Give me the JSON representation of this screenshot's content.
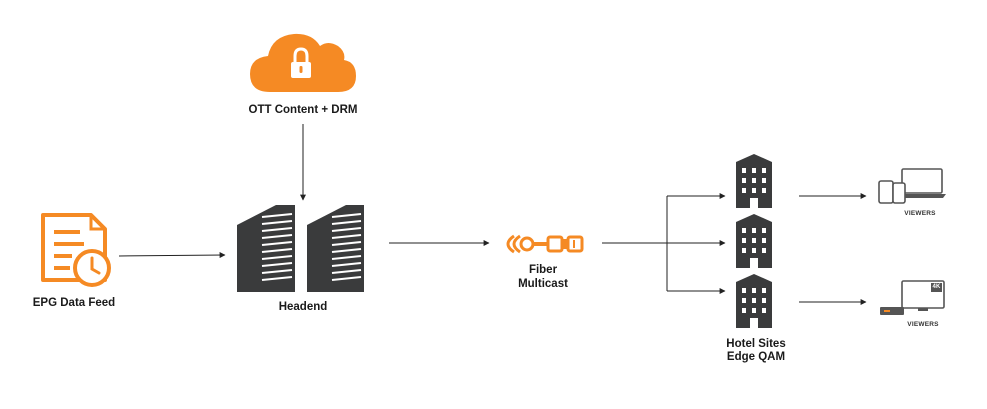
{
  "colors": {
    "accent": "#F58A24",
    "building": "#3A3B3C",
    "device": "#555555",
    "line": "#222222"
  },
  "nodes": {
    "ott": {
      "label": "OTT Content + DRM",
      "icon": "cloud-lock-icon"
    },
    "epg": {
      "label": "EPG Data Feed",
      "icon": "document-clock-icon"
    },
    "headend": {
      "label": "Headend",
      "icon": "server-towers-icon"
    },
    "fiber": {
      "label_line1": "Fiber",
      "label_line2": "Multicast",
      "icon": "fiber-cable-icon"
    },
    "hotel": {
      "label_line1": "Hotel Sites",
      "label_line2": "Edge QAM",
      "icon": "building-icon"
    },
    "viewers_top": {
      "label": "VIEWERS",
      "icon": "devices-icon"
    },
    "viewers_bottom": {
      "label": "VIEWERS",
      "icon": "tv-settopbox-icon",
      "badge": "4K"
    }
  }
}
